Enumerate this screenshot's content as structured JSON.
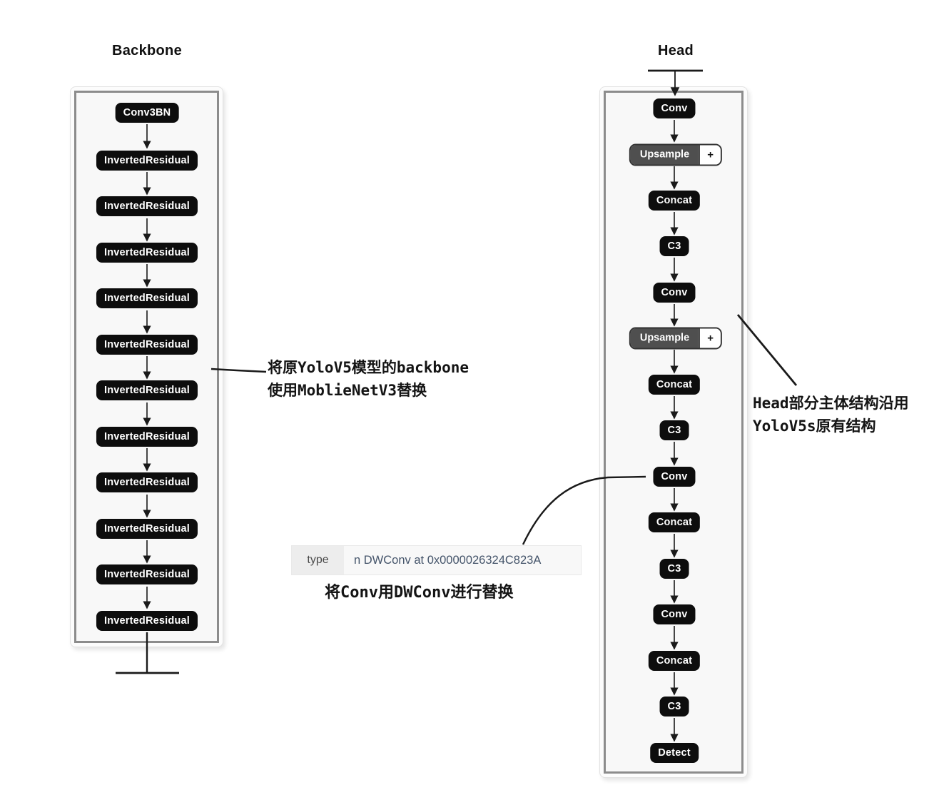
{
  "backbone": {
    "title": "Backbone",
    "nodes": [
      "Conv3BN",
      "InvertedResidual",
      "InvertedResidual",
      "InvertedResidual",
      "InvertedResidual",
      "InvertedResidual",
      "InvertedResidual",
      "InvertedResidual",
      "InvertedResidual",
      "InvertedResidual",
      "InvertedResidual",
      "InvertedResidual"
    ]
  },
  "head": {
    "title": "Head",
    "expand_label": "+",
    "nodes": [
      "Conv",
      "Upsample",
      "Concat",
      "C3",
      "Conv",
      "Upsample",
      "Concat",
      "C3",
      "Conv",
      "Concat",
      "C3",
      "Conv",
      "Concat",
      "C3",
      "Detect"
    ]
  },
  "annotations": {
    "backbone_note": {
      "line1": "将原YoloV5模型的backbone",
      "line2": "使用MoblieNetV3替换"
    },
    "head_note": {
      "line1": "Head部分主体结构沿用",
      "line2": "YoloV5s原有结构"
    },
    "dwconv_note": "将Conv用DWConv进行替换"
  },
  "inspector": {
    "key": "type",
    "value": "n DWConv at 0x0000026324C823A"
  },
  "colors": {
    "node_bg": "#0d0d0d",
    "upsample_bg": "#4f4f4f",
    "panel_border": "#8c8c8c",
    "line_color": "#1a1a1a",
    "inspector_key_bg": "#ededed",
    "inspector_val_bg": "#f8f8f8",
    "inspector_val_text": "#44546a"
  }
}
